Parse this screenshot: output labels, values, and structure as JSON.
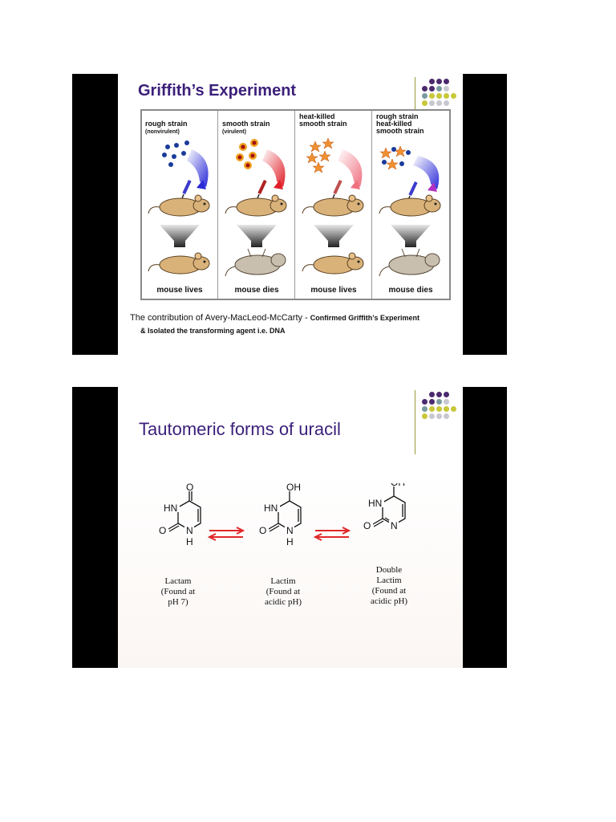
{
  "slide1": {
    "title": "Griffith’s Experiment",
    "panels": [
      {
        "heading": "rough strain",
        "subheading": "(nonvirulent)",
        "outcome": "mouse lives"
      },
      {
        "heading": "smooth strain",
        "subheading": "(virulent)",
        "outcome": "mouse dies"
      },
      {
        "heading": "heat-killed\nsmooth strain",
        "subheading": "",
        "outcome": "mouse lives"
      },
      {
        "heading": "rough strain\nheat-killed\nsmooth strain",
        "subheading": "",
        "outcome": "mouse dies"
      }
    ],
    "caption_main": "The contribution of Avery-MacLeod-McCarty - ",
    "caption_bold": "Confirmed Griffith’s Experiment",
    "caption_line2": "& Isolated the transforming agent i.e. DNA"
  },
  "slide2": {
    "title": "Tautomeric forms of uracil",
    "structures": [
      {
        "atoms": {
          "top": "O",
          "nh": "HN",
          "left_o": "O",
          "bottom_n": "N",
          "bottom_h": "H"
        },
        "label": "Lactam\n(Found at\npH 7)"
      },
      {
        "atoms": {
          "top": "OH",
          "nh": "HN",
          "left_o": "O",
          "bottom_n": "N",
          "bottom_h": "H"
        },
        "label": "Lactim\n(Found at\nacidic pH)"
      },
      {
        "atoms": {
          "top": "OH",
          "nh": "HN",
          "left_o": "O",
          "bottom_n": "N"
        },
        "label": "Double\nLactim\n(Found at\nacidic pH)"
      }
    ]
  },
  "colors": {
    "title": "#3b1f7a",
    "purple_dot": "#4b2a6e",
    "teal_dot": "#7a9aa0",
    "yellow_dot": "#c8c83a",
    "gray_dot": "#c8c8d0",
    "arrow_red": "#e0282a"
  }
}
